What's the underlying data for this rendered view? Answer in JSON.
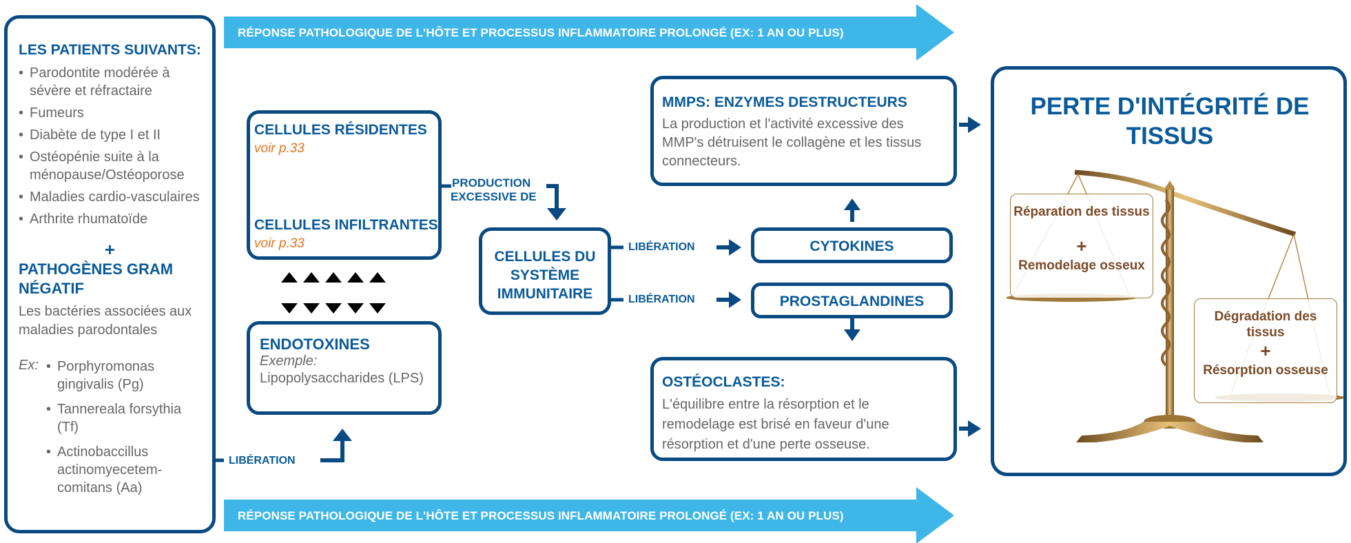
{
  "banner": {
    "text": "RÉPONSE PATHOLOGIQUE DE L'HÔTE ET PROCESSUS INFLAMMATOIRE PROLONGÉ (EX: 1 AN OU PLUS)",
    "color": "#3fb6e8"
  },
  "patients": {
    "title": "LES PATIENTS SUIVANTS:",
    "items": [
      "Parodontite modérée à sévère et réfractaire",
      "Fumeurs",
      "Diabète de type I et II",
      "Ostéopénie suite à la ménopause/Ostéoporose",
      "Maladies cardio-vasculaires",
      "Arthrite rhumatoïde"
    ],
    "plus": "+",
    "pathogens_title": "PATHOGÈNES GRAM NÉGATIF",
    "pathogens_text": "Les bactéries associées aux maladies parodontales",
    "ex_label": "Ex:",
    "examples": [
      "Porphyromonas gingivalis (Pg)",
      "Tannereala forsythia (Tf)",
      "Actinobaccillus actinomyecetem-comitans (Aa)"
    ]
  },
  "resident_cells": {
    "title": "CELLULES RÉSIDENTES",
    "see": "voir p.33",
    "title2": "CELLULES INFILTRANTES",
    "see2": "voir p.33"
  },
  "endotoxins": {
    "title": "ENDOTOXINES",
    "example_label": "Exemple:",
    "text": "Lipopolysaccharides (LPS)"
  },
  "labels": {
    "production": "PRODUCTION",
    "excessive": "EXCESSIVE DE",
    "liberation": "LIBÉRATION"
  },
  "immune": {
    "title": "CELLULES DU SYSTÈME IMMUNITAIRE"
  },
  "cytokines": "CYTOKINES",
  "prostaglandins": "PROSTAGLANDINES",
  "mmps": {
    "title": "MMPS: ENZYMES DESTRUCTEURS",
    "text": "La production et l'activité excessive des MMP's détruisent le collagène et les tissus connecteurs."
  },
  "osteoclasts": {
    "title": "OSTÉOCLASTES:",
    "text": "L'équilibre entre la résorption et le remodelage est brisé en faveur d'une résorption et d'une perte osseuse."
  },
  "result": {
    "title": "PERTE D'INTÉGRITÉ DE TISSUS",
    "left_a": "Réparation des tissus",
    "left_plus": "+",
    "left_b": "Remodelage osseux",
    "right_a": "Dégradation des tissus",
    "right_plus": "+",
    "right_b": "Résorption osseuse"
  },
  "colors": {
    "dark_blue": "#0a4a82",
    "heading_blue": "#0a5a99",
    "orange": "#e3741d",
    "brown": "#7a4a28"
  }
}
